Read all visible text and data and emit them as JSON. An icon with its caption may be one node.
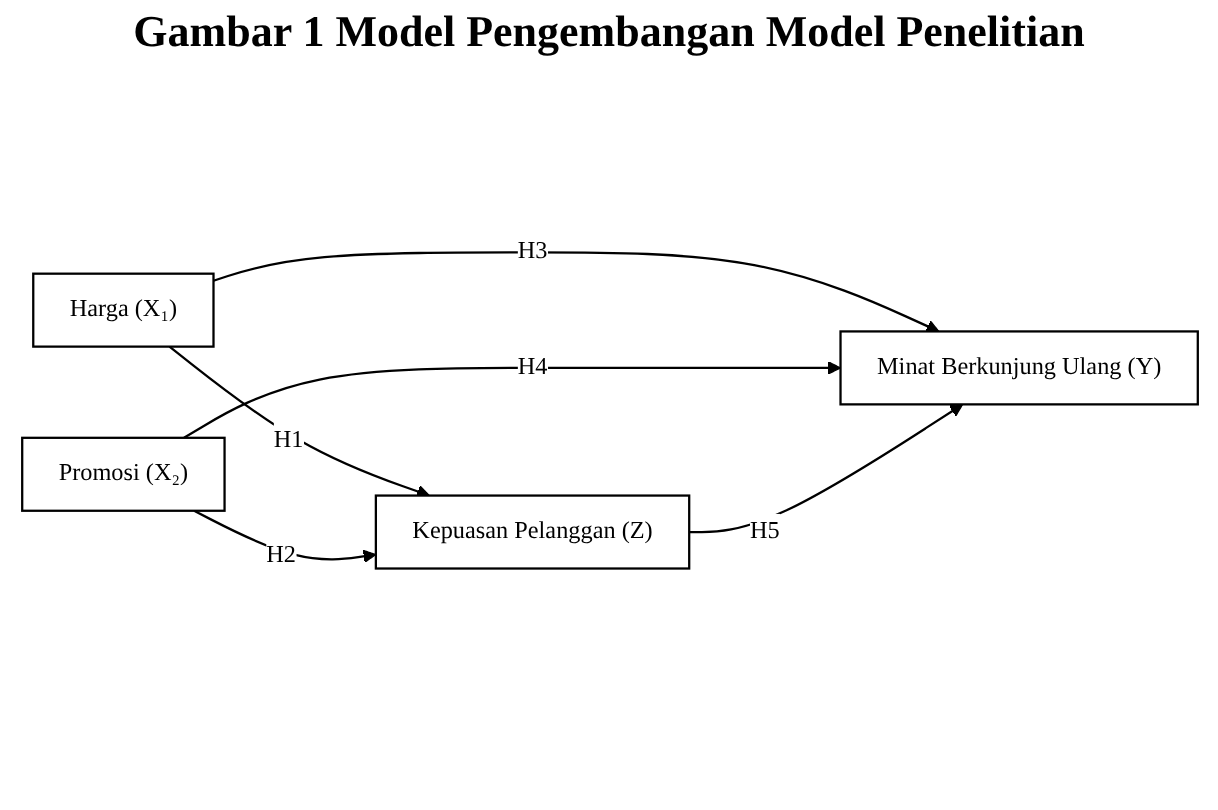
{
  "diagram": {
    "title": "Gambar 1 Model Pengembangan Model Penelitian",
    "nodes": [
      {
        "text": [
          "Harga (X₁)"
        ]
      },
      {
        "text": [
          "Promosi (X₂)"
        ]
      },
      {
        "text": [
          "Kepuasan Pelanggan (Z)"
        ]
      },
      {
        "text": [
          "Minat Berkunjung Ulang (Y)"
        ]
      }
    ],
    "edges": [
      {
        "from": 0,
        "to": 2,
        "arrow": "to",
        "label": "H1"
      },
      {
        "from": 1,
        "to": 2,
        "arrow": "to",
        "label": "H2"
      },
      {
        "from": 0,
        "to": 3,
        "arrow": "to",
        "label": "H3"
      },
      {
        "from": 1,
        "to": 3,
        "arrow": "to",
        "label": "H4"
      },
      {
        "from": 2,
        "to": 3,
        "arrow": "to",
        "label": "H5"
      }
    ]
  }
}
